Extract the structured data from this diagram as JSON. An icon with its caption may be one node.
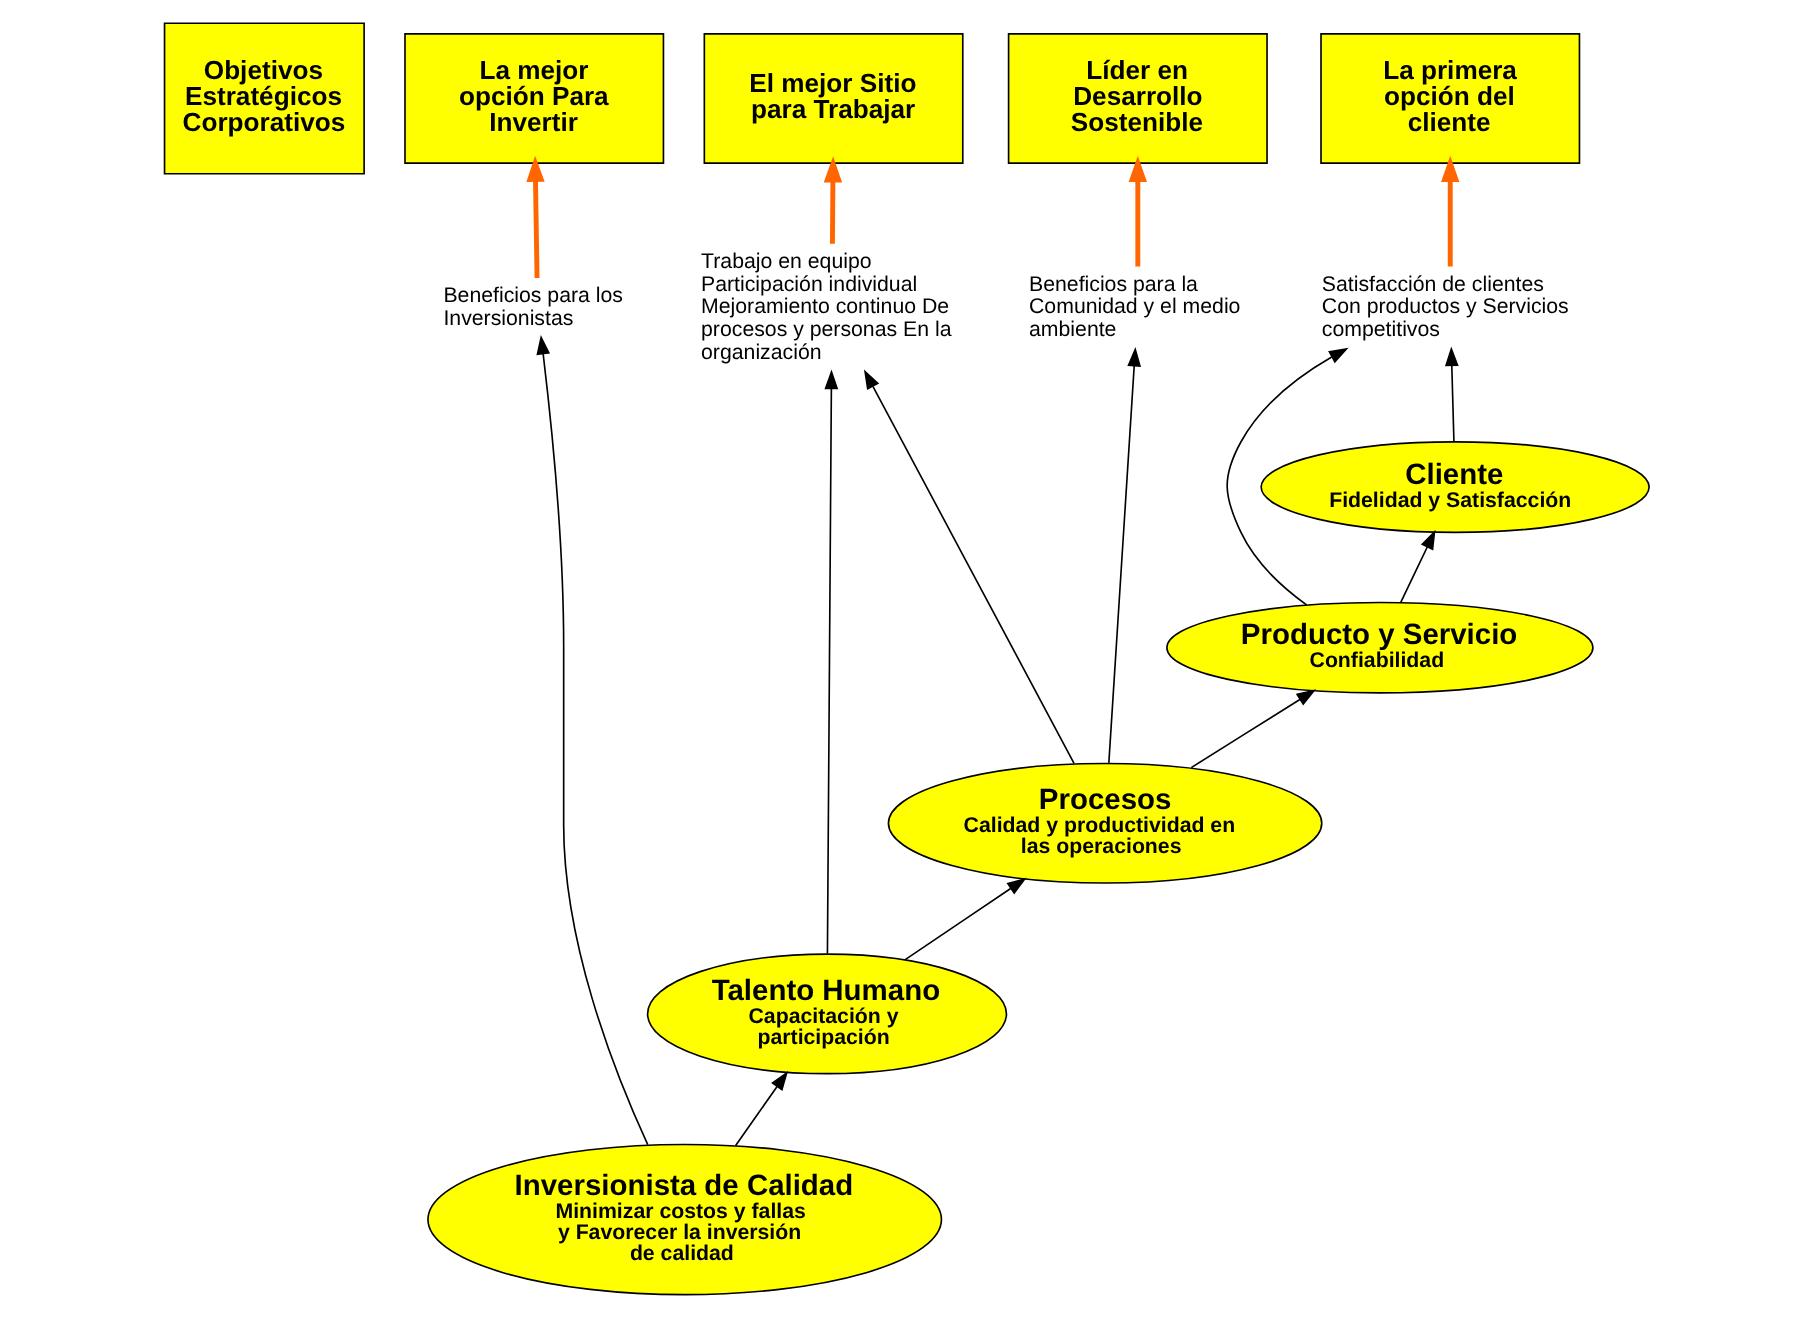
{
  "diagram": {
    "nodes": [
      {
        "text": [
          "Objetivos Estratégicos Corporativos"
        ]
      },
      {
        "text": [
          "La primera opción del cliente"
        ]
      },
      {
        "text": [
          "El mejor Sitio para Trabajar"
        ]
      },
      {
        "text": [
          "La mejor opción Para Invertir"
        ]
      },
      {
        "text": [
          "Líder en Desarrollo Sostenible"
        ]
      },
      {
        "text": [
          "Satisfacción de clientes Con productos y Servicios competitivos"
        ]
      },
      {
        "text": [
          "Trabajo en equipo Participación individual Mejoramiento continuo De procesos y personas En la organización"
        ]
      },
      {
        "text": [
          "Beneficios para los Inversionistas"
        ]
      },
      {
        "text": [
          "Beneficios para la Comunidad y el medio ambiente"
        ]
      },
      {
        "text": [
          "Cliente",
          "Fidelidad y Satisfacción"
        ]
      },
      {
        "text": [
          "Procesos",
          "Calidad y productividad en las operaciones"
        ]
      },
      {
        "text": [
          "Inversionista de Calidad",
          "Minimizar costos y fallas y Favorecer la inversión de calidad"
        ]
      },
      {
        "text": [
          "Producto y Servicio",
          "Confiabilidad"
        ]
      },
      {
        "text": [
          "Talento Humano",
          "Capacitación y participación"
        ]
      }
    ],
    "edges": [
      {
        "from": 5,
        "to": 1,
        "arrow": "to",
        "style": "thick",
        "color": "#ff6600"
      },
      {
        "from": 6,
        "to": 2,
        "arrow": "to",
        "style": "thick",
        "color": "#ff6600"
      },
      {
        "from": 7,
        "to": 3,
        "arrow": "to",
        "style": "thick",
        "color": "#ff6600"
      },
      {
        "from": 8,
        "to": 4,
        "arrow": "to",
        "style": "thick",
        "color": "#ff6600"
      },
      {
        "from": 9,
        "to": 5,
        "arrow": "to"
      },
      {
        "from": 12,
        "to": 5,
        "arrow": "to"
      },
      {
        "from": 10,
        "to": 6,
        "arrow": "to"
      },
      {
        "from": 13,
        "to": 6,
        "arrow": "to"
      },
      {
        "from": 11,
        "to": 7,
        "arrow": "to"
      },
      {
        "from": 10,
        "to": 8,
        "arrow": "to"
      },
      {
        "from": 12,
        "to": 9,
        "arrow": "to"
      },
      {
        "from": 10,
        "to": 12,
        "arrow": "to"
      },
      {
        "from": 13,
        "to": 10,
        "arrow": "to"
      },
      {
        "from": 11,
        "to": 13,
        "arrow": "to"
      }
    ]
  }
}
